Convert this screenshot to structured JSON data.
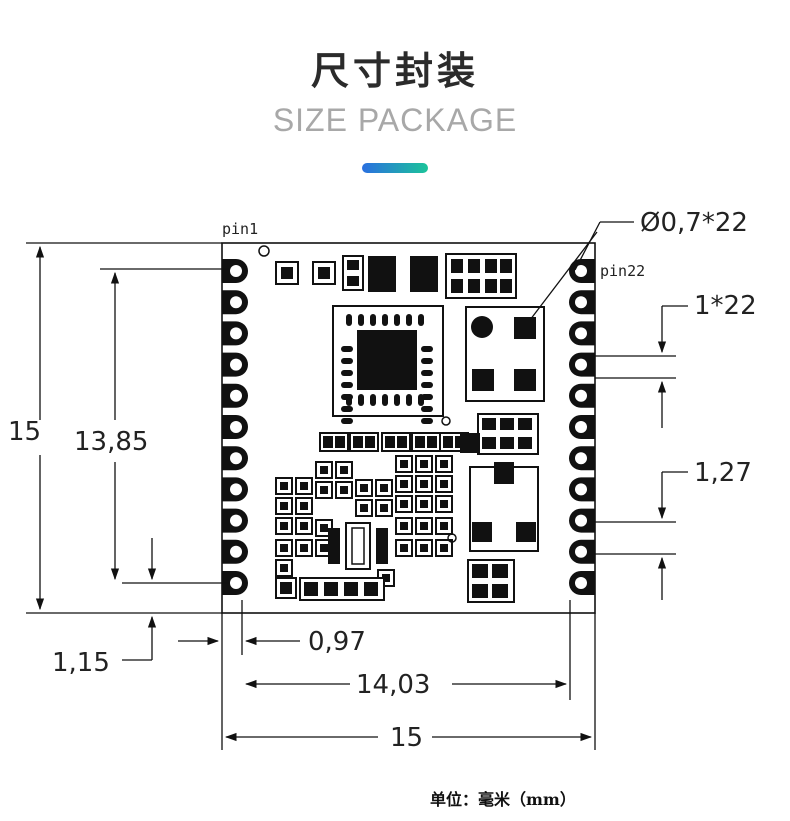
{
  "header": {
    "title": "尺寸封装",
    "subtitle": "SIZE PACKAGE"
  },
  "pins": {
    "pin1": "pin1",
    "pin22": "pin22"
  },
  "dimensions": {
    "hole_spec": "Ø0,7*22",
    "pad_spec": "1*22",
    "pitch": "1,27",
    "height_outer": "15",
    "height_inner": "13,85",
    "bottom_offset": "1,15",
    "edge_offset": "0,97",
    "width_inner": "14,03",
    "width_outer": "15"
  },
  "footer": {
    "unit": "单位：毫米（mm）"
  },
  "colors": {
    "accent_start": "#2a6fe0",
    "accent_end": "#1cc49a"
  }
}
